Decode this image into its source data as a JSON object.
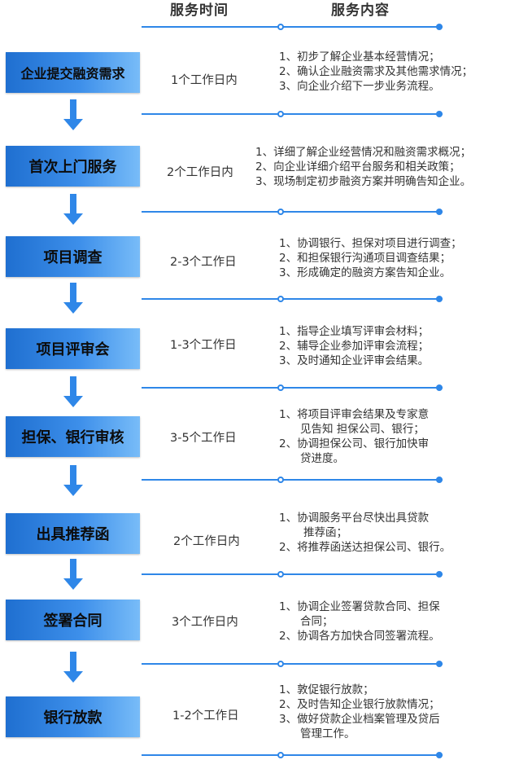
{
  "header": {
    "time_title": "服务时间",
    "content_title": "服务内容"
  },
  "steps": [
    {
      "name": "企业提交融资需求",
      "time": "1个工作日内",
      "lines": [
        "1、初步了解企业基本经营情况；",
        "2、确认企业融资需求及其他需求情况；",
        "3、向企业介绍下一步业务流程。"
      ]
    },
    {
      "name": "首次上门服务",
      "time": "2个工作日内",
      "lines": [
        "1、详细了解企业经营情况和融资需求概况；",
        "2、向企业详细介绍平台服务和相关政策；",
        "3、现场制定初步融资方案并明确告知企业。"
      ]
    },
    {
      "name": "项目调查",
      "time": "2-3个工作日",
      "lines": [
        "1、协调银行、担保对项目进行调查；",
        "2、和担保银行沟通项目调查结果；",
        "3、形成确定的融资方案告知企业。"
      ]
    },
    {
      "name": "项目评审会",
      "time": "1-3个工作日",
      "lines": [
        "1、指导企业填写评审会材料；",
        "2、辅导企业参加评审会流程；",
        "3、及时通知企业评审会结果。"
      ]
    },
    {
      "name": "担保、银行审核",
      "time": "3-5个工作日",
      "lines": [
        "1、将项目评审会结果及专家意",
        "见告知 担保公司、银行；",
        "2、协调担保公司、银行加快审",
        "贷进度。"
      ]
    },
    {
      "name": "出具推荐函",
      "time": "2个工作日内",
      "lines": [
        "1、协调服务平台尽快出具贷款",
        "推荐函；",
        "2、将推荐函送达担保公司、银行。"
      ]
    },
    {
      "name": "签署合同",
      "time": "3个工作日内",
      "lines": [
        "1、协调企业签署贷款合同、担保",
        "合同；",
        "2、协调各方加快合同签署流程。"
      ]
    },
    {
      "name": "银行放款",
      "time": "1-2个工作日",
      "lines": [
        "1、敦促银行放款；",
        "2、及时告知企业银行放款情况；",
        "3、做好贷款企业档案管理及贷后",
        "管理工作。"
      ]
    }
  ],
  "colors": {
    "accent": "#2f87e8",
    "step_dark": "#1f6fd0",
    "step_light": "#78bcf8",
    "text": "#333333"
  }
}
